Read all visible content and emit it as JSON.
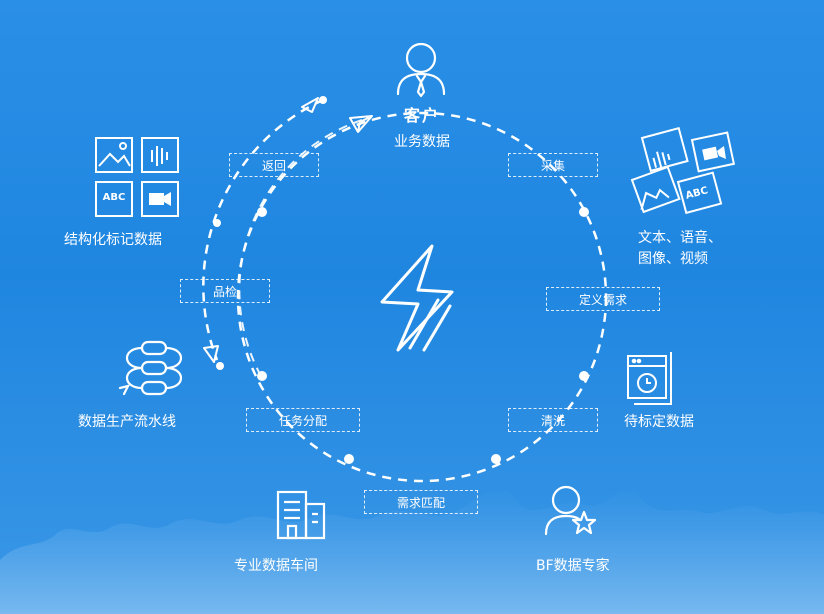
{
  "customer": {
    "title": "客户",
    "subtitle": "业务数据"
  },
  "nodes": {
    "media": {
      "line1": "文本、语音、",
      "line2": "图像、视频"
    },
    "pending": "待标定数据",
    "expert": "BF数据专家",
    "workshop": "专业数据车间",
    "pipeline": "数据生产流水线",
    "structured": "结构化标记数据"
  },
  "steps": {
    "collect": "采集",
    "define": "定义需求",
    "clean": "清洗",
    "match": "需求匹配",
    "assign": "任务分配",
    "qc": "品检",
    "return": "返回"
  },
  "icons": {
    "abc_text": "ABC"
  },
  "colors": {
    "background": "#1f86e0",
    "line": "#ffffff"
  }
}
